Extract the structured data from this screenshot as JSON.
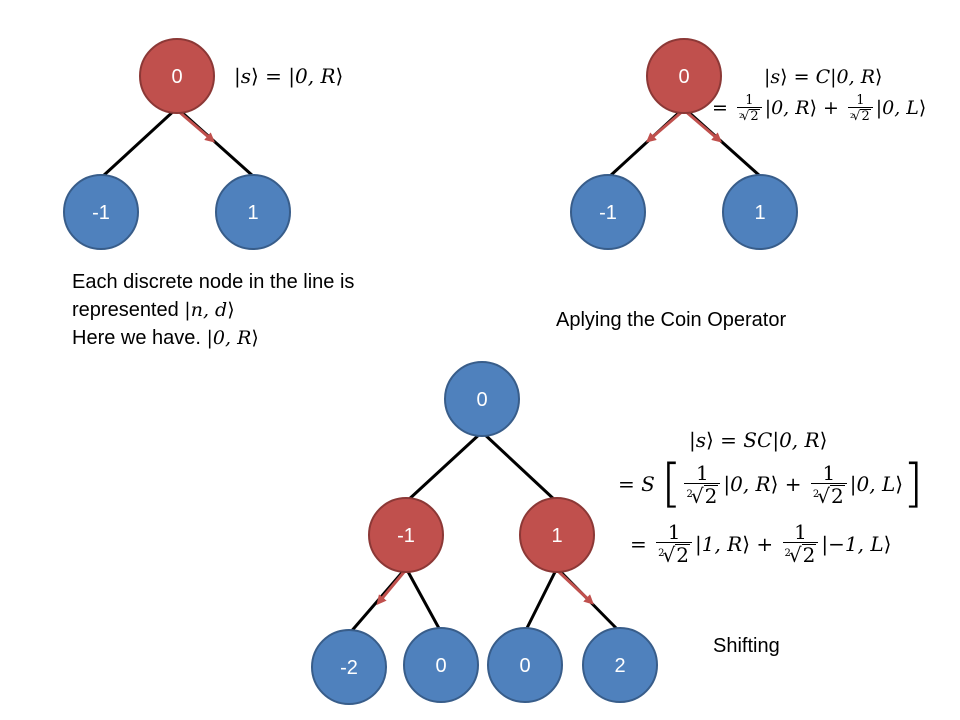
{
  "colors": {
    "red_node_fill": "#c0504d",
    "red_node_stroke": "#8c3836",
    "blue_node_fill": "#4f81bd",
    "blue_node_stroke": "#385d8a",
    "arrow": "#c0504d",
    "edge": "#000000"
  },
  "panel1": {
    "nodes": {
      "root": "0",
      "left": "-1",
      "right": "1"
    },
    "equation": {
      "lhs_state": "s",
      "rhs_state": "0, R"
    },
    "caption": {
      "line1": "Each discrete node in the line is",
      "line2_text": "represented ",
      "line2_state": "n, d",
      "line3_text": "Here we have. ",
      "line3_state": "0, R"
    }
  },
  "panel2": {
    "nodes": {
      "root": "0",
      "left": "-1",
      "right": "1"
    },
    "equation": {
      "lhs_state": "s",
      "operator": "C",
      "rhs_state": "0, R",
      "frac_num": "1",
      "root_index": "2",
      "root_arg": "2",
      "term1_state": "0, R",
      "term2_state": "0, L",
      "plus": "+"
    },
    "caption": "Aplying the Coin Operator"
  },
  "panel3": {
    "nodes": {
      "root": "0",
      "mid_left": "-1",
      "mid_right": "1",
      "leaf1": "-2",
      "leaf2": "0",
      "leaf3": "0",
      "leaf4": "2"
    },
    "equation": {
      "lhs_state": "s",
      "operators": "SC",
      "rhs_state": "0, R",
      "shift_op": "S",
      "frac_num": "1",
      "root_index": "2",
      "root_arg": "2",
      "term1_state": "0, R",
      "term2_state": "0, L",
      "result1_state": "1, R",
      "result2_state": "−1, L",
      "plus": "+"
    },
    "caption": "Shifting"
  }
}
